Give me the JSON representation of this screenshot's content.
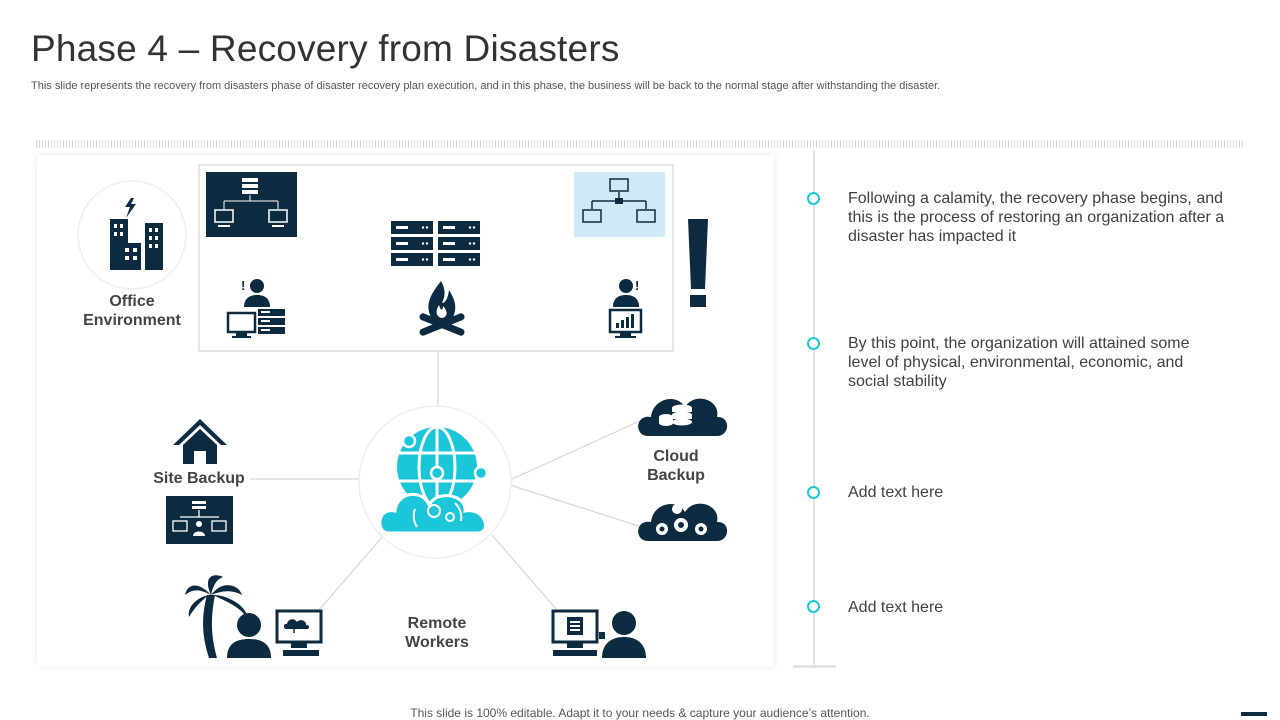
{
  "slide": {
    "title": "Phase 4 – Recovery from Disasters",
    "subtitle": "This slide represents the recovery from disasters phase of disaster recovery plan execution, and in this phase, the business will be back to the normal stage after withstanding the disaster.",
    "footer": "This slide is 100% editable. Adapt it to your needs & capture your audience’s attention."
  },
  "diagram": {
    "office_label_line1": "Office",
    "office_label_line2": "Environment",
    "site_backup_label": "Site Backup",
    "cloud_backup_line1": "Cloud",
    "cloud_backup_line2": "Backup",
    "remote_workers_line1": "Remote",
    "remote_workers_line2": "Workers",
    "icons": [
      "buildings-icon",
      "network-diagram-icon",
      "server-rack-icon",
      "fire-icon",
      "alert-user-icon",
      "exclamation-icon",
      "house-icon",
      "cloud-globe-icon",
      "cloud-database-icon",
      "cloud-gears-icon",
      "palm-tree-icon",
      "remote-worker-icon"
    ],
    "colors": {
      "dark": "#0d2b40",
      "accent": "#1cc6d9",
      "light_panel": "#cfe9f9"
    }
  },
  "points": [
    {
      "text": "Following a calamity, the recovery phase begins, and this is the process of restoring an organization after a disaster has impacted it"
    },
    {
      "text": "By this point, the organization will attained some level of physical, environmental,  economic, and social stability"
    },
    {
      "text": "Add text here"
    },
    {
      "text": "Add text here"
    }
  ]
}
